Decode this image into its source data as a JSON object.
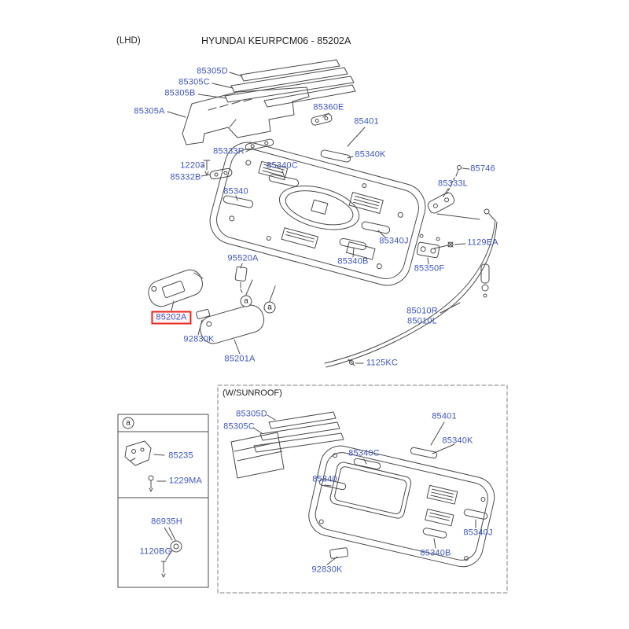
{
  "header": {
    "drive_type": "(LHD)",
    "title": "HYUNDAI KEURPCM06 - 85202A"
  },
  "colors": {
    "part_label": "#3d55c0",
    "highlight_box": "#e8281e",
    "line_art": "#4a4a4a"
  },
  "marker_letter": "a",
  "sunroof_title": "(W/SUNROOF)",
  "parts": {
    "main": [
      "85305D",
      "85305C",
      "85305B",
      "85305A",
      "85360E",
      "85401",
      "85333R",
      "85340K",
      "12203",
      "85340C",
      "85332B",
      "85746",
      "85333L",
      "85340",
      "85340J",
      "1129EA",
      "95520A",
      "85340B",
      "85350F",
      "85202A",
      "92830K",
      "85010R",
      "85010L",
      "85201A",
      "1125KC"
    ],
    "inset": [
      "85235",
      "1229MA",
      "86935H",
      "1120BG"
    ],
    "sunroof": [
      "85305D",
      "85305C",
      "85401",
      "85340K",
      "85340C",
      "85340",
      "85340J",
      "85340B",
      "92830K"
    ]
  }
}
